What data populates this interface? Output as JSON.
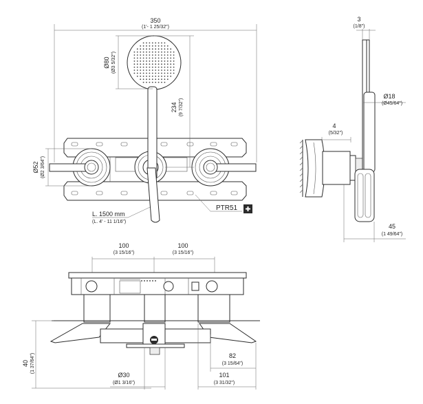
{
  "top_view": {
    "width": {
      "mm": "350",
      "inch": "(1'- 1 25/32\")"
    },
    "head_diameter": {
      "mm": "Ø80",
      "inch": "(Ø3 5/32\")"
    },
    "height_234": {
      "mm": "234",
      "inch": "(9 7/32\")"
    },
    "diameter_52": {
      "mm": "Ø52",
      "inch": "(Ø2 3/64\")"
    },
    "hose": {
      "mm": "L. 1500 mm",
      "inch": "(L. 4' - 11 1/16\")"
    },
    "code": "PTR51",
    "plus_icon": "plus-icon"
  },
  "side_view": {
    "thickness": {
      "mm": "3",
      "inch": "(1/8\")"
    },
    "handle_diameter": {
      "mm": "Ø18",
      "inch": "(Ø45/64\")"
    },
    "depth_4": {
      "mm": "4",
      "inch": "(5/32\")"
    },
    "depth_45": {
      "mm": "45",
      "inch": "(1 49/64\")"
    }
  },
  "bottom_view": {
    "spacing_left": {
      "mm": "100",
      "inch": "(3 15/16\")"
    },
    "spacing_right": {
      "mm": "100",
      "inch": "(3 15/16\")"
    },
    "height_40": {
      "mm": "40",
      "inch": "(1 37/64\")"
    },
    "dim_82": {
      "mm": "82",
      "inch": "(3 15/64\")"
    },
    "dim_101": {
      "mm": "101",
      "inch": "(3 31/32\")"
    },
    "dim_30": {
      "mm": "Ø30",
      "inch": "(Ø1 3/16\")"
    }
  }
}
